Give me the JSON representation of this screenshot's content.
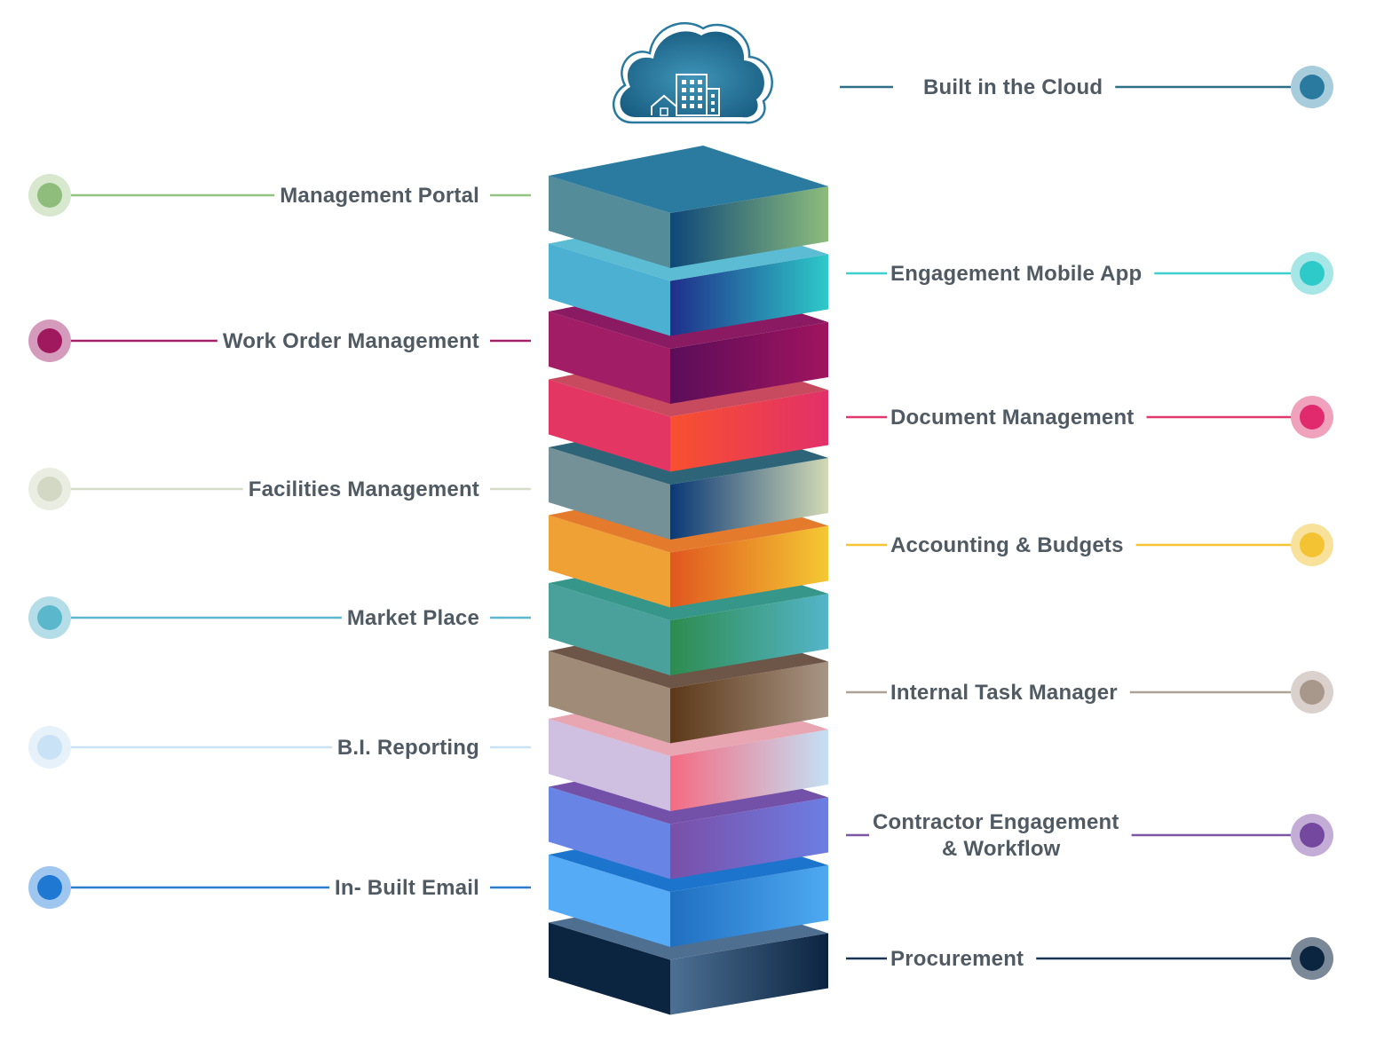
{
  "cloud": {
    "icon": "cloud-buildings-icon",
    "label": "Built in the Cloud",
    "color": "#2a7aa0",
    "marker_ring": "#a7cddd",
    "line_color": "#2c6f86"
  },
  "labels": [
    {
      "id": "management-portal",
      "side": "left",
      "lines": [
        "Management Portal"
      ],
      "color": "#8ebd7c",
      "marker_ring": "#d7e8cf",
      "line_color": "#93c281"
    },
    {
      "id": "engagement-mobile-app",
      "side": "right",
      "lines": [
        "Engagement Mobile App"
      ],
      "color": "#2ecac9",
      "marker_ring": "#a7e6e6",
      "line_color": "#3fcfcf"
    },
    {
      "id": "work-order-management",
      "side": "left",
      "lines": [
        "Work Order Management"
      ],
      "color": "#a0195f",
      "marker_ring": "#d59bbd",
      "line_color": "#a42068"
    },
    {
      "id": "document-management",
      "side": "right",
      "lines": [
        "Document Management"
      ],
      "color": "#e02a6d",
      "marker_ring": "#f0a2bd",
      "line_color": "#e0386f"
    },
    {
      "id": "facilities-management",
      "side": "left",
      "lines": [
        "Facilities Management"
      ],
      "color": "#d2d8c4",
      "marker_ring": "#eaede2",
      "line_color": "#d6dcc8"
    },
    {
      "id": "accounting-budgets",
      "side": "right",
      "lines": [
        "Accounting & Budgets"
      ],
      "color": "#f4c333",
      "marker_ring": "#f8e19a",
      "line_color": "#f4c433"
    },
    {
      "id": "market-place",
      "side": "left",
      "lines": [
        "Market Place"
      ],
      "color": "#5bb7cc",
      "marker_ring": "#b5dde7",
      "line_color": "#5db8cf"
    },
    {
      "id": "internal-task-manager",
      "side": "right",
      "lines": [
        "Internal Task Manager"
      ],
      "color": "#a8978b",
      "marker_ring": "#dad1cc",
      "line_color": "#b0a197"
    },
    {
      "id": "bi-reporting",
      "side": "left",
      "lines": [
        "B.I. Reporting"
      ],
      "color": "#c9e2f6",
      "marker_ring": "#e7f1fa",
      "line_color": "#c8e1f5"
    },
    {
      "id": "contractor-engagement-workflow",
      "side": "right",
      "lines": [
        "Contractor Engagement",
        "& Workflow"
      ],
      "color": "#73489e",
      "marker_ring": "#c3add7",
      "line_color": "#7c57a6"
    },
    {
      "id": "in-built-email",
      "side": "left",
      "lines": [
        "In- Built Email"
      ],
      "color": "#1f78d1",
      "marker_ring": "#9fc6ee",
      "line_color": "#2a7ccf"
    },
    {
      "id": "procurement",
      "side": "right",
      "lines": [
        "Procurement"
      ],
      "color": "#0b2440",
      "marker_ring": "#7b8898",
      "line_color": "#1a3554"
    }
  ],
  "layers": [
    {
      "top": "#2b7ba0",
      "left": "#548c99",
      "right_from": "#0d4779",
      "right_to": "#8cbc7c"
    },
    {
      "top": "#5bbcd4",
      "left": "#4bb0d2",
      "right_from": "#1f2e8a",
      "right_to": "#2ecac9"
    },
    {
      "top": "#8a1a62",
      "left": "#a11e66",
      "right_from": "#5b0d59",
      "right_to": "#a0145f"
    },
    {
      "top": "#c84a5e",
      "left": "#e43663",
      "right_from": "#f8502e",
      "right_to": "#e2306a"
    },
    {
      "top": "#2d6477",
      "left": "#749198",
      "right_from": "#093876",
      "right_to": "#d2d9b5"
    },
    {
      "top": "#e47a2c",
      "left": "#efa136",
      "right_from": "#e0571f",
      "right_to": "#f4c833"
    },
    {
      "top": "#37968a",
      "left": "#4aa19c",
      "right_from": "#2d8c4e",
      "right_to": "#54b5c9"
    },
    {
      "top": "#6d5548",
      "left": "#a08b79",
      "right_from": "#5c3818",
      "right_to": "#a89585"
    },
    {
      "top": "#e8a5b2",
      "left": "#cfbfe0",
      "right_from": "#f46b82",
      "right_to": "#c4e0f4"
    },
    {
      "top": "#7451a8",
      "left": "#6884e4",
      "right_from": "#7a4fa8",
      "right_to": "#6c7ee3"
    },
    {
      "top": "#1c74cc",
      "left": "#56abf7",
      "right_from": "#1f6fc0",
      "right_to": "#4fa9f2"
    },
    {
      "top": "#4f6f91",
      "left": "#0b2440",
      "right_from": "#4d7094",
      "right_to": "#0b2440"
    }
  ]
}
